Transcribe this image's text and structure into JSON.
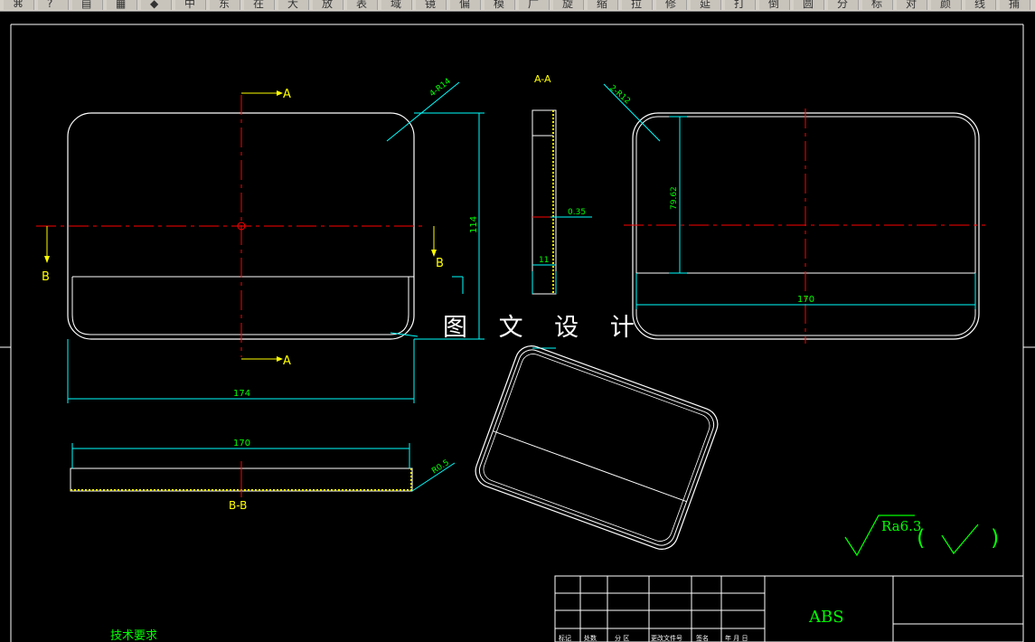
{
  "toolbar": {
    "icons": [
      "save-icon",
      "help-icon",
      "print-icon",
      "grid-icon",
      "layers-icon",
      "pencil-icon",
      "layer-icon",
      "move-icon",
      "copy-icon",
      "mirror-icon",
      "offset-icon",
      "array-icon",
      "rotate-icon",
      "scale-icon",
      "stretch-icon",
      "trim-icon",
      "extend-icon",
      "break-icon",
      "chamfer-icon",
      "fillet-icon",
      "explode-icon",
      "dim-linear-icon",
      "dim-aligned-icon",
      "dim-radius-icon",
      "properties-icon",
      "match-icon",
      "color-icon",
      "linetype-icon",
      "snap-icon",
      "osnap-icon"
    ],
    "glyph_labels": [
      "⌘",
      "?",
      "▤",
      "▦",
      "◆",
      "中",
      "东",
      "在",
      "大",
      "放",
      "表",
      "域",
      "镜",
      "偏",
      "模",
      "广",
      "旋",
      "缩",
      "拉",
      "修",
      "延",
      "打",
      "倒",
      "圆",
      "分",
      "标",
      "对",
      "颜",
      "线",
      "捕"
    ]
  },
  "drawing": {
    "front_view": {
      "section_mark_top": "A",
      "section_mark_bottom": "A",
      "section_mark_left": "B",
      "section_mark_right": "B",
      "radius_label": "4-R14",
      "height_dim": "114",
      "width_dim": "174"
    },
    "section_aa": {
      "title": "A-A",
      "thickness_dim": "0.35",
      "depth_dim": "11"
    },
    "right_view": {
      "radius_label": "2-R12",
      "height_dim": "79.62",
      "width_dim": "170"
    },
    "section_bb": {
      "title": "B-B",
      "width_dim": "170",
      "radius_label": "R0.5"
    },
    "watermark": "图 文 设 计",
    "roughness": {
      "value": "Ra6.3"
    },
    "title_block": {
      "material": "ABS",
      "header_cells": [
        "标记",
        "处数",
        "分 区",
        "更改文件号",
        "签名",
        "年 月 日"
      ]
    },
    "tech_requirements": "技术要求"
  },
  "colors": {
    "outline": "#ffffff",
    "dimension": "#00ffff",
    "dim_text": "#00ff00",
    "centerline": "#ff0000",
    "section_mark": "#ffff00",
    "border": "#ffffff"
  }
}
